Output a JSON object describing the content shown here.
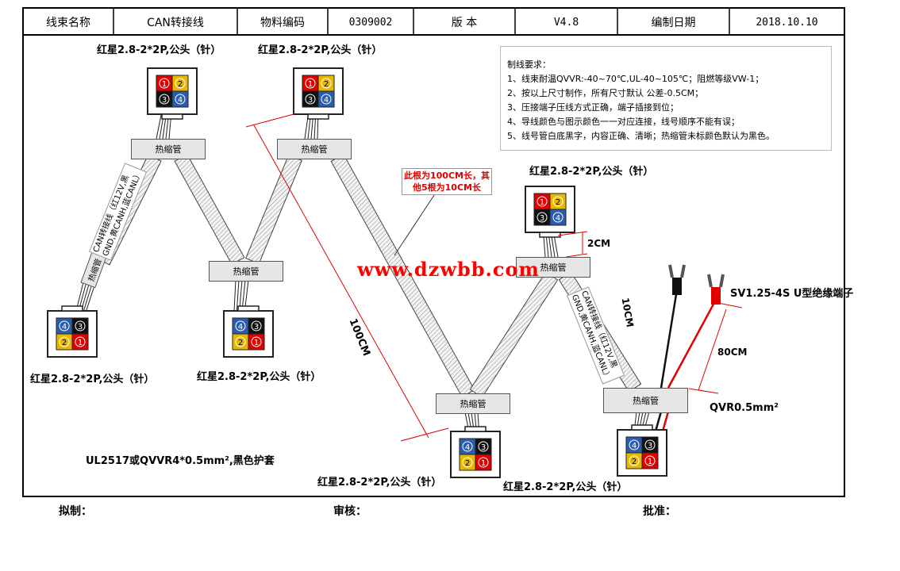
{
  "header": {
    "name_label": "线束名称",
    "name_value": "CAN转接线",
    "part_label": "物料编码",
    "part_value": "0309002",
    "version_label": "版  本",
    "version_value": "V4.8",
    "date_label": "编制日期",
    "date_value": "2018.10.10"
  },
  "connectors": {
    "label": "红星2.8-2*2P,公头（针）",
    "pins": [
      "1",
      "2",
      "3",
      "4"
    ]
  },
  "sleeve_label": "热缩管",
  "cable_text": {
    "line1": "CAN转接线（红12V,黑",
    "line2": "GND,黄CANH,蓝CANL）"
  },
  "notes": {
    "title": "制线要求：",
    "items": [
      "1、线束耐温QVVR:-40~70℃,UL-40~105℃；阻燃等级VW-1；",
      "2、按以上尺寸制作，所有尺寸默认 公差-0.5CM；",
      "3、压接端子压线方式正确，端子插接到位；",
      "4、导线颜色与图示颜色一一对应连接，线号顺序不能有误；",
      "5、线号管白底黑字，内容正确、清晰；热缩管未标颜色默认为黑色。"
    ]
  },
  "red_note": {
    "line1": "此根为100CM长，其",
    "line2": "他5根为10CM长"
  },
  "dimensions": {
    "long": "100CM",
    "short": "10CM",
    "offset": "2CM",
    "lead": "80CM"
  },
  "terminal_label": "SV1.25-4S U型绝缘端子",
  "wire_spec": "QVR0.5mm²",
  "cable_spec": "UL2517或QVVR4*0.5mm²,黑色护套",
  "watermark": "www.dzwbb.com",
  "signatures": {
    "draft": "拟制：",
    "review": "审核：",
    "approve": "批准："
  },
  "colors": {
    "red": "#e00000",
    "yellow": "#e8b800",
    "black": "#111111",
    "blue": "#2a5db0",
    "sleeve": "#e6e6e6"
  }
}
